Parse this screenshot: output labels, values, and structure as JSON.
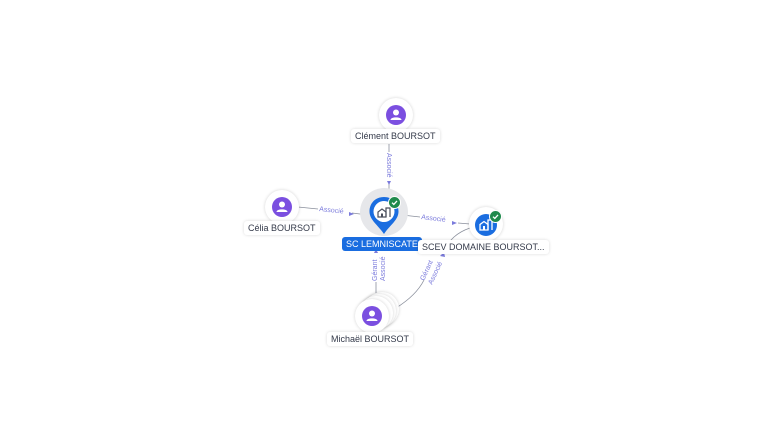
{
  "diagram": {
    "type": "ownership-network",
    "colors": {
      "person": "#7b4fe0",
      "company": "#1a6de0",
      "verified": "#1f8a4c",
      "edge_label": "#7b7bdc",
      "edge_line": "#8a8f9c"
    },
    "nodes": [
      {
        "id": "clement",
        "label": "Clément BOURSOT",
        "kind": "person",
        "icon": "person-icon"
      },
      {
        "id": "celia",
        "label": "Célia BOURSOT",
        "kind": "person",
        "icon": "person-icon"
      },
      {
        "id": "sc_lemniscate",
        "label": "SC LEMNISCATE",
        "kind": "company",
        "focus": true,
        "verified": true,
        "icon": "building-icon"
      },
      {
        "id": "scev",
        "label": "SCEV DOMAINE BOURSOT...",
        "kind": "company",
        "verified": true,
        "icon": "building-icon"
      },
      {
        "id": "michael",
        "label": "Michaël BOURSOT",
        "kind": "person",
        "stacked": true,
        "icon": "person-icon"
      }
    ],
    "edges": [
      {
        "from": "clement",
        "to": "sc_lemniscate",
        "label": "Associé"
      },
      {
        "from": "celia",
        "to": "sc_lemniscate",
        "label": "Associé"
      },
      {
        "from": "sc_lemniscate",
        "to": "scev",
        "label": "Associé"
      },
      {
        "from": "michael",
        "to": "sc_lemniscate",
        "label_line1": "Gérant",
        "label_line2": "Associé"
      },
      {
        "from": "michael",
        "to": "scev",
        "label_line1": "Gérant",
        "label_line2": "Associé"
      }
    ]
  }
}
